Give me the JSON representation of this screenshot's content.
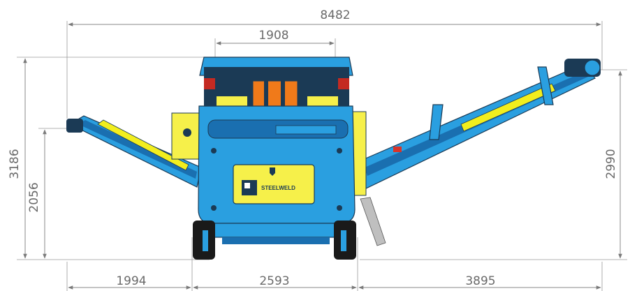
{
  "dimensions": {
    "overall_width": "8482",
    "hopper_width": "1908",
    "overall_height": "3186",
    "left_conveyor_height": "2056",
    "right_conveyor_height": "2990",
    "left_overhang": "1994",
    "track_width": "2593",
    "right_overhang": "3895"
  },
  "logo": {
    "brand": "STEELWELD"
  },
  "colors": {
    "body_blue": "#2a9fe0",
    "dark_blue": "#1a6fb0",
    "belt_yellow": "#f2ee1e",
    "panel_yellow": "#f6f04a",
    "orange": "#f07a1a",
    "track_black": "#1a1a1a",
    "dimension_gray": "#7a7a7a"
  }
}
